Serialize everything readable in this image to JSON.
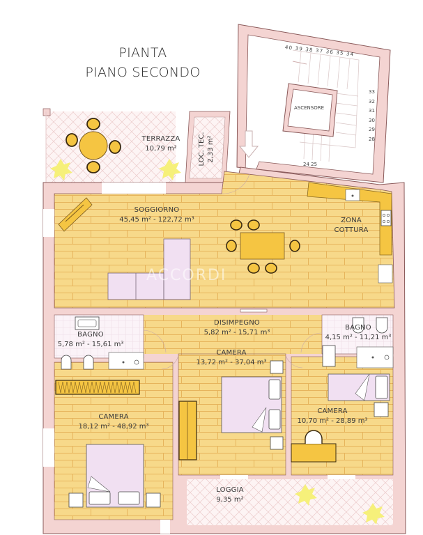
{
  "title": {
    "line1": "PIANTA",
    "line2": "PIANO SECONDO"
  },
  "colors": {
    "wall": "#f4d4d2",
    "wall_stroke": "#8a5a5a",
    "floor_wood": "#f7d98a",
    "floor_wood_line": "#e8b860",
    "tile_floor": "#fbf0f0",
    "furniture_yellow": "#f5c542",
    "furniture_lilac": "#f1e0f2",
    "plant": "#f6f07a"
  },
  "rooms": {
    "terrazza": {
      "name": "TERRAZZA",
      "area": "10,79 m²"
    },
    "loc_tec": {
      "name": "LOC. TEC.",
      "area": "2,33 m²"
    },
    "ascensore": {
      "name": "ASCENSORE"
    },
    "soggiorno": {
      "name": "SOGGIORNO",
      "area": "45,45 m² - 122,72 m³"
    },
    "zona_cottura": {
      "name": "ZONA",
      "name2": "COTTURA"
    },
    "disimpegno": {
      "name": "DISIMPEGNO",
      "area": "5,82 m² - 15,71 m³"
    },
    "bagno_1": {
      "name": "BAGNO",
      "area": "5,78 m² - 15,61 m³"
    },
    "bagno_2": {
      "name": "BAGNO",
      "area": "4,15 m² - 11,21 m³"
    },
    "camera_1": {
      "name": "CAMERA",
      "area": "18,12 m² - 48,92 m³"
    },
    "camera_2": {
      "name": "CAMERA",
      "area": "13,72 m² - 37,04 m³"
    },
    "camera_3": {
      "name": "CAMERA",
      "area": "10,70 m² - 28,89 m³"
    },
    "loggia": {
      "name": "LOGGIA",
      "area": "9,35 m²"
    }
  },
  "stairs": {
    "top_steps": [
      "40",
      "39",
      "38",
      "37",
      "36",
      "35",
      "34"
    ],
    "right_steps": [
      "33",
      "32",
      "31",
      "30",
      "29",
      "28"
    ],
    "bottom_steps": [
      "24",
      "25"
    ]
  },
  "watermark": "ACCORDI"
}
